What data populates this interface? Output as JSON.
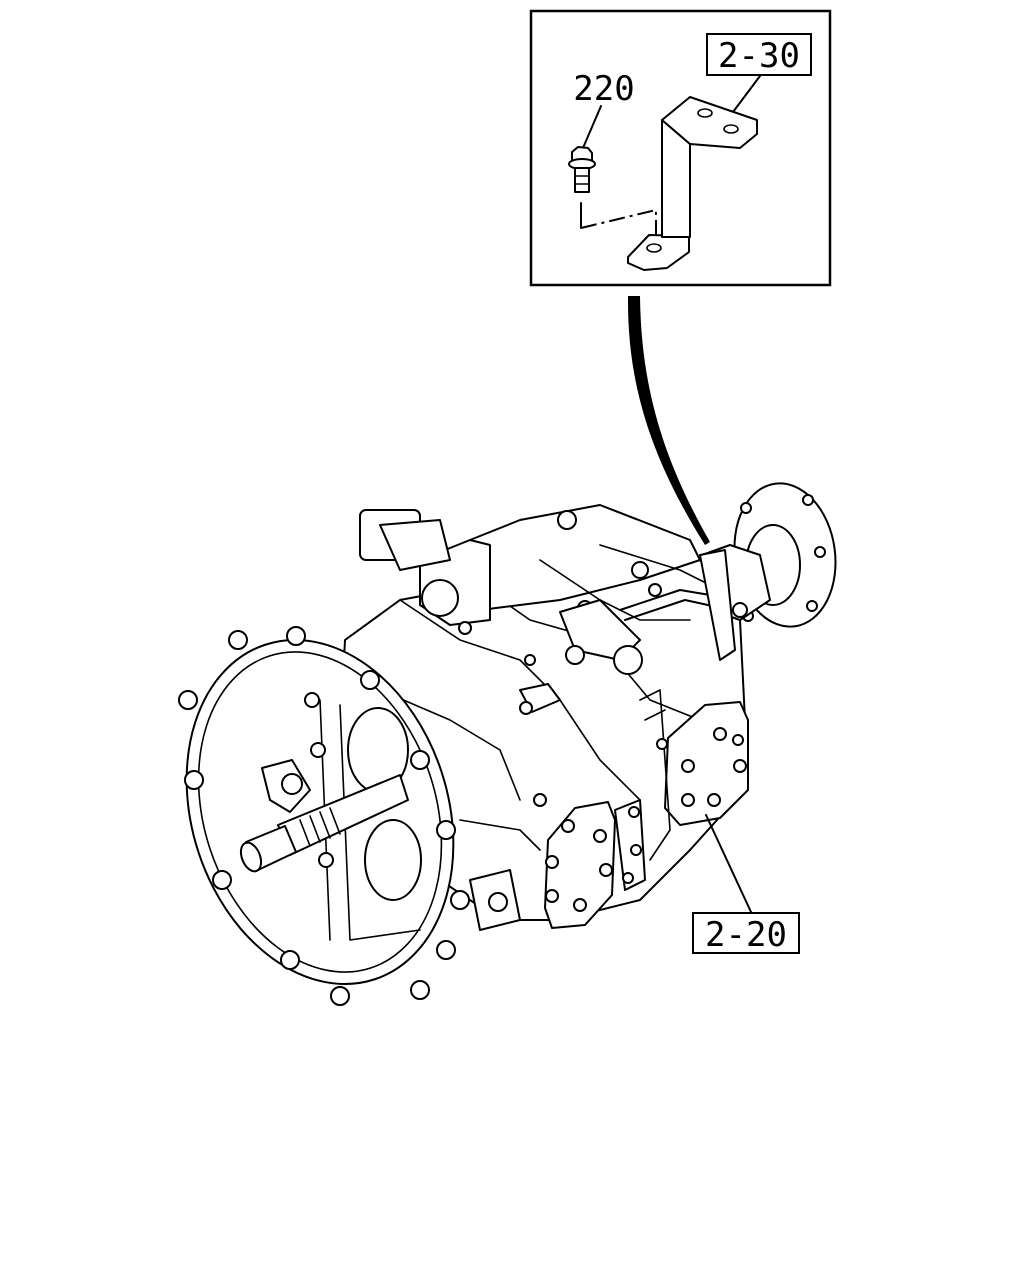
{
  "callouts": {
    "bracket_ref": "2-30",
    "bolt_ref": "220",
    "transmission_ref": "2-20"
  }
}
